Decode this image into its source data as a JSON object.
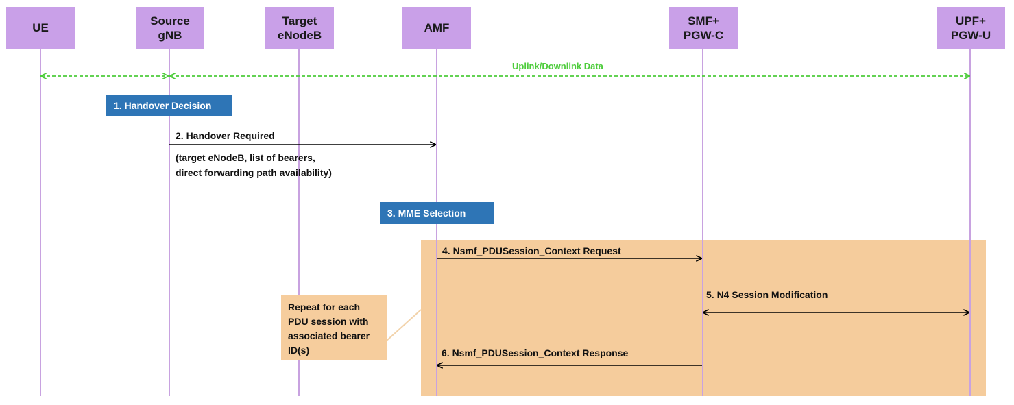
{
  "entities": [
    {
      "id": "ue",
      "lines": [
        "UE"
      ]
    },
    {
      "id": "source-gnb",
      "lines": [
        "Source",
        "gNB"
      ]
    },
    {
      "id": "target-enodeb",
      "lines": [
        "Target",
        "eNodeB"
      ]
    },
    {
      "id": "amf",
      "lines": [
        "AMF"
      ]
    },
    {
      "id": "smf-pgw-c",
      "lines": [
        "SMF+",
        "PGW-C"
      ]
    },
    {
      "id": "upf-pgw-u",
      "lines": [
        "UPF+",
        "PGW-U"
      ]
    }
  ],
  "data_flow": {
    "label": "Uplink/Downlink Data"
  },
  "steps": {
    "handover_decision": "1. Handover Decision",
    "handover_required": "2. Handover Required",
    "handover_required_params": [
      "(target eNodeB, list of bearers,",
      "direct forwarding path availability)"
    ],
    "mme_selection": "3. MME Selection",
    "context_request": "4. Nsmf_PDUSession_Context Request",
    "n4_session_modification": "5. N4 Session Modification",
    "context_response": "6. Nsmf_PDUSession_Context Response"
  },
  "repeat_note": [
    "Repeat for each",
    "PDU session with",
    "associated bearer",
    "ID(s)"
  ],
  "colors": {
    "entity_fill": "#c9a0e8",
    "lifeline": "#c8a2e0",
    "step_box": "#2e75b6",
    "repeat_region": "#f5cc9c",
    "data_flow": "#4dcc3b",
    "arrow": "#000000"
  }
}
